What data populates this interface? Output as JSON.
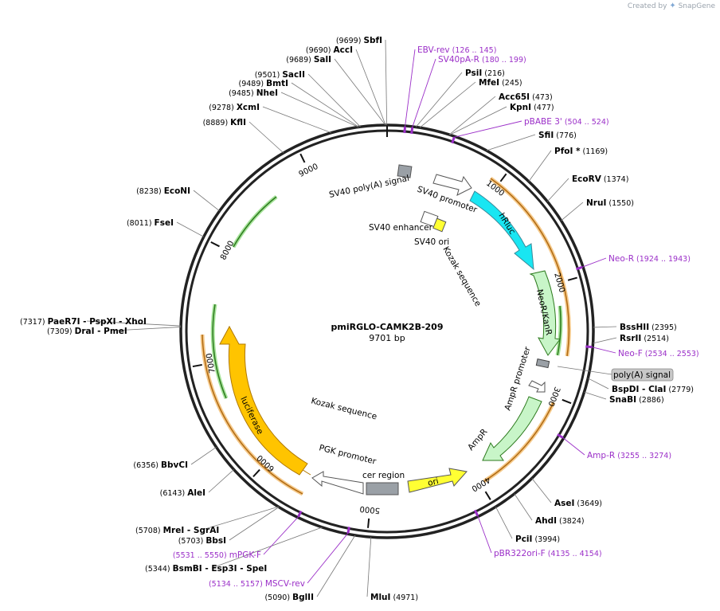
{
  "credit": {
    "created_by": "Created by",
    "app": "SnapGene"
  },
  "plasmid": {
    "name": "pmiRGLO-CAMK2B-209",
    "size": "9701 bp",
    "length": 9701
  },
  "ticks": [
    {
      "label": "1000",
      "bp": 1000
    },
    {
      "label": "2000",
      "bp": 2000
    },
    {
      "label": "3000",
      "bp": 3000
    },
    {
      "label": "4000",
      "bp": 4000
    },
    {
      "label": "5000",
      "bp": 5000
    },
    {
      "label": "6000",
      "bp": 6000
    },
    {
      "label": "7000",
      "bp": 7000
    },
    {
      "label": "8000",
      "bp": 8000
    },
    {
      "label": "9000",
      "bp": 9000
    }
  ],
  "enzymes": [
    {
      "name": "SbfI",
      "pos": "(9699)",
      "bp": 9699,
      "side": "R"
    },
    {
      "name": "AccI",
      "pos": "(9690)",
      "bp": 9690,
      "side": "R"
    },
    {
      "name": "SalI",
      "pos": "(9689)",
      "bp": 9689,
      "side": "R"
    },
    {
      "name": "SacII",
      "pos": "(9501)",
      "bp": 9501,
      "side": "R"
    },
    {
      "name": "BmtI",
      "pos": "(9489)",
      "bp": 9489,
      "side": "R"
    },
    {
      "name": "NheI",
      "pos": "(9485)",
      "bp": 9485,
      "side": "R"
    },
    {
      "name": "XcmI",
      "pos": "(9278)",
      "bp": 9278,
      "side": "R"
    },
    {
      "name": "KflI",
      "pos": "(8889)",
      "bp": 8889,
      "side": "R"
    },
    {
      "name": "EcoNI",
      "pos": "(8238)",
      "bp": 8238,
      "side": "R"
    },
    {
      "name": "FseI",
      "pos": "(8011)",
      "bp": 8011,
      "side": "R"
    },
    {
      "name": "PaeR7I",
      "name2": "- PspXI",
      "name3": "- XhoI",
      "pos": "(7317)",
      "bp": 7317,
      "side": "R"
    },
    {
      "name": "DraI",
      "name2": "- PmeI",
      "pos": "(7309)",
      "bp": 7309,
      "side": "R"
    },
    {
      "name": "BbvCI",
      "pos": "(6356)",
      "bp": 6356,
      "side": "R"
    },
    {
      "name": "AleI",
      "pos": "(6143)",
      "bp": 6143,
      "side": "R"
    },
    {
      "name": "MreI",
      "name2": "- SgrAI",
      "pos": "(5708)",
      "bp": 5708,
      "side": "R"
    },
    {
      "name": "BbsI",
      "pos": "(5703)",
      "bp": 5703,
      "side": "R"
    },
    {
      "name": "BsmBI",
      "name2": "- Esp3I",
      "name3": "- SpeI",
      "pos": "(5344)",
      "bp": 5344,
      "side": "R"
    },
    {
      "name": "BglII",
      "pos": "(5090)",
      "bp": 5090,
      "side": "R"
    },
    {
      "name": "MluI",
      "pos": "(4971)",
      "bp": 4971,
      "side": "L"
    },
    {
      "name": "PciI",
      "pos": "(3994)",
      "bp": 3994,
      "side": "L"
    },
    {
      "name": "AhdI",
      "pos": "(3824)",
      "bp": 3824,
      "side": "L"
    },
    {
      "name": "AseI",
      "pos": "(3649)",
      "bp": 3649,
      "side": "L"
    },
    {
      "name": "SnaBI",
      "pos": "(2886)",
      "bp": 2886,
      "side": "L"
    },
    {
      "name": "BspDI",
      "name2": "- ClaI",
      "pos": "(2779)",
      "bp": 2779,
      "side": "L"
    },
    {
      "name": "RsrII",
      "pos": "(2514)",
      "bp": 2514,
      "side": "L"
    },
    {
      "name": "BssHII",
      "pos": "(2395)",
      "bp": 2395,
      "side": "L"
    },
    {
      "name": "NruI",
      "pos": "(1550)",
      "bp": 1550,
      "side": "L"
    },
    {
      "name": "EcoRV",
      "pos": "(1374)",
      "bp": 1374,
      "side": "L"
    },
    {
      "name": "PfoI *",
      "pos": "(1169)",
      "bp": 1169,
      "side": "L"
    },
    {
      "name": "SfiI",
      "pos": "(776)",
      "bp": 776,
      "side": "L"
    },
    {
      "name": "KpnI",
      "pos": "(477)",
      "bp": 477,
      "side": "L"
    },
    {
      "name": "Acc65I",
      "pos": "(473)",
      "bp": 473,
      "side": "L"
    },
    {
      "name": "MfeI",
      "pos": "(245)",
      "bp": 245,
      "side": "L"
    },
    {
      "name": "PsiI",
      "pos": "(216)",
      "bp": 216,
      "side": "L"
    }
  ],
  "primers": [
    {
      "name": "EBV-rev",
      "range": "(126 .. 145)",
      "bp": 135
    },
    {
      "name": "SV40pA-R",
      "range": "(180 .. 199)",
      "bp": 190
    },
    {
      "name": "pBABE 3'",
      "range": "(504 .. 524)",
      "bp": 514
    },
    {
      "name": "Neo-R",
      "range": "(1924 .. 1943)",
      "bp": 1934
    },
    {
      "name": "Neo-F",
      "range": "(2534 .. 2553)",
      "bp": 2543
    },
    {
      "name": "Amp-R",
      "range": "(3255 .. 3274)",
      "bp": 3265
    },
    {
      "name": "pBR322ori-F",
      "range": "(4135 .. 4154)",
      "bp": 4145
    },
    {
      "name": "MSCV-rev",
      "range": "(5134 .. 5157)",
      "bp": 5146
    },
    {
      "name": "mPGK-F",
      "range": "(5531 .. 5550)",
      "bp": 5540
    }
  ],
  "features": [
    {
      "name": "SV40 poly(A) signal",
      "color": "#9aa0a6"
    },
    {
      "name": "SV40 promoter",
      "color": "#ffffff"
    },
    {
      "name": "hRluc",
      "color": "#19e6f2"
    },
    {
      "name": "SV40 enhancer",
      "color": "#ffffff"
    },
    {
      "name": "SV40 ori",
      "color": "#ffffff"
    },
    {
      "name": "Kozak sequence",
      "color": "#ffff33"
    },
    {
      "name": "NeoR/KanR",
      "color": "#c8f5c8"
    },
    {
      "name": "poly(A) signal",
      "color": "#c8c8c8"
    },
    {
      "name": "AmpR promoter",
      "color": "#ffffff"
    },
    {
      "name": "AmpR",
      "color": "#c8f5c8"
    },
    {
      "name": "ori",
      "color": "#ffff33"
    },
    {
      "name": "cer region",
      "color": "#9aa0a6"
    },
    {
      "name": "PGK promoter",
      "color": "#ffffff"
    },
    {
      "name": "Kozak sequence",
      "color": "#ffffff"
    },
    {
      "name": "luciferase",
      "color": "#ffc400"
    }
  ],
  "colors": {
    "enzyme": "#000000",
    "primer": "#9b2fc8",
    "orf": "#e8961e",
    "green_orf": "#3a8a2a"
  }
}
